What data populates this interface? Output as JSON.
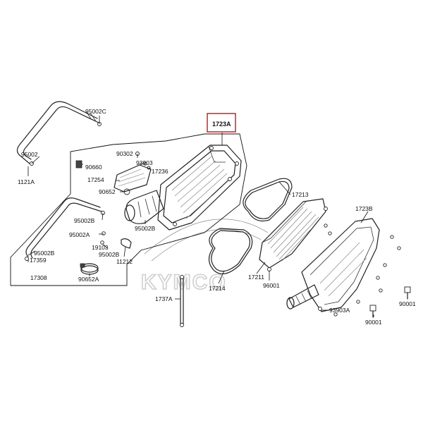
{
  "watermark": "KYMCO",
  "highlight_color": "#d32f2f",
  "labels": {
    "p1723A": "1723A",
    "p95002C": "95002C",
    "p95002": "95002",
    "p1121A": "1121A",
    "p90302": "90302",
    "p93903": "93903",
    "p90660": "90660",
    "p17236": "17236",
    "p17254": "17254",
    "p90652": "90652",
    "p95002B_a": "95002B",
    "p95002B_b": "95002B",
    "p95002B_c": "95002B",
    "p95002A": "95002A",
    "p19103": "19103",
    "p11212": "11212",
    "p17359": "17359",
    "p17308": "17308",
    "p90652A": "90652A",
    "p17213": "17213",
    "p1723B": "1723B",
    "p17211": "17211",
    "p96001": "96001",
    "p17214": "17214",
    "p1737A": "1737A",
    "p93903A": "93903A",
    "p90001_a": "90001",
    "p90001_b": "90001"
  }
}
